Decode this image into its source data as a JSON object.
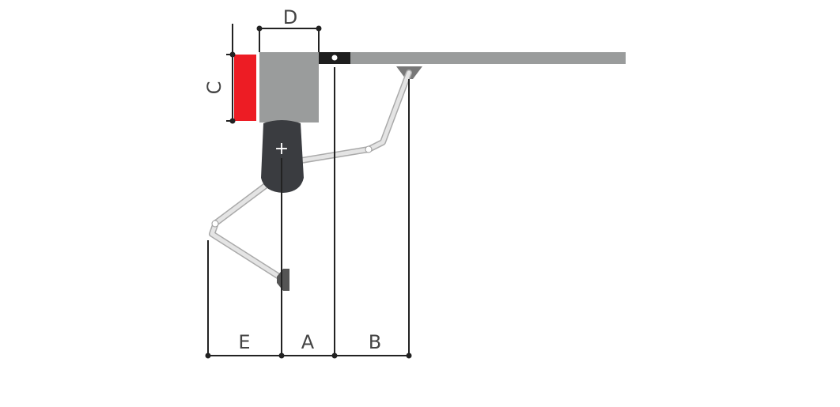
{
  "labels": {
    "a": "A",
    "b": "B",
    "c": "C",
    "d": "D",
    "e": "E"
  },
  "motor_symbol": "+",
  "colors": {
    "wall": "#ed1c24",
    "pillar": "#9a9c9c",
    "gate": "#9a9c9c",
    "motor": "#3a3c40",
    "dim_line": "#222222"
  }
}
